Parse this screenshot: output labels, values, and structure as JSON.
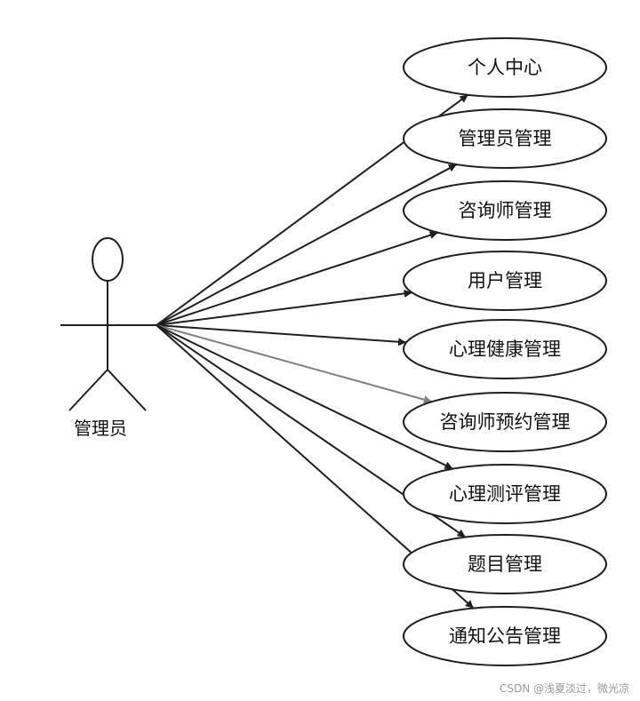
{
  "actor": {
    "label": "管理员",
    "icon": "stick-figure-icon"
  },
  "use_cases": [
    {
      "label": "个人中心",
      "arrow": "dark"
    },
    {
      "label": "管理员管理",
      "arrow": "dark"
    },
    {
      "label": "咨询师管理",
      "arrow": "dark"
    },
    {
      "label": "用户管理",
      "arrow": "dark"
    },
    {
      "label": "心理健康管理",
      "arrow": "dark"
    },
    {
      "label": "咨询师预约管理",
      "arrow": "gray"
    },
    {
      "label": "心理测评管理",
      "arrow": "dark"
    },
    {
      "label": "题目管理",
      "arrow": "dark"
    },
    {
      "label": "通知公告管理",
      "arrow": "dark"
    }
  ],
  "colors": {
    "stroke": "#1f1f1f",
    "gray_arrow": "#808080",
    "text": "#111111"
  },
  "watermark": "CSDN @浅夏淡过，微光凉"
}
